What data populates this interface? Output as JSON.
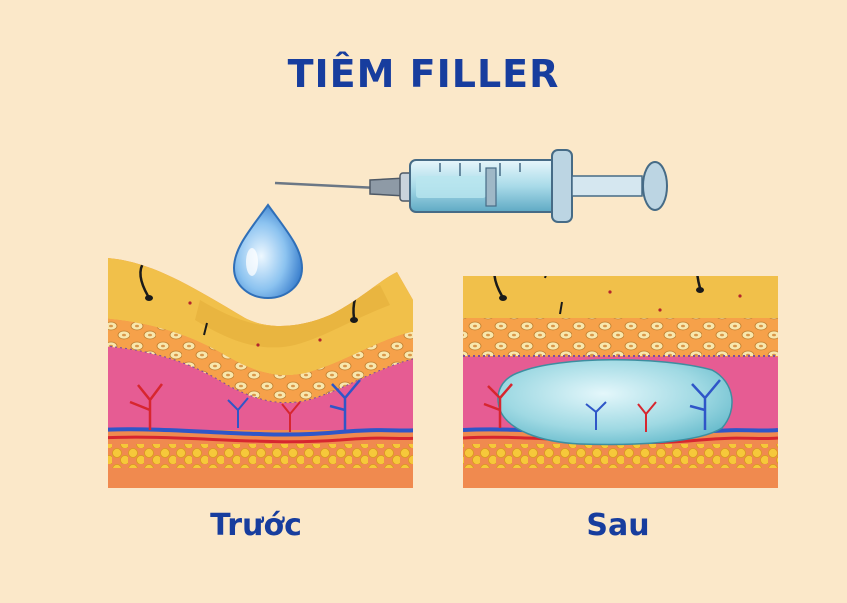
{
  "title": "TIÊM FILLER",
  "panels": {
    "before": {
      "label": "Trước"
    },
    "after": {
      "label": "Sau"
    }
  },
  "colors": {
    "background": "#fbe8c9",
    "title_text": "#173d9e",
    "epidermis": "#f1c04a",
    "dermis_band": "#f6a14a",
    "fat_cells": "#f6e4a8",
    "tissue": "#e65c93",
    "subcutaneous": "#f08a4f",
    "filler": "#8fd3dd",
    "vein": "#2f56c8",
    "artery": "#d7262f"
  }
}
